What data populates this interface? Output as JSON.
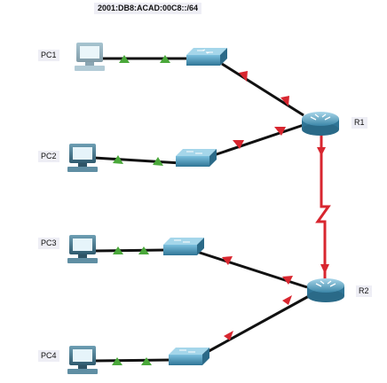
{
  "title": "2001:DB8:ACAD:00C8::/64",
  "devices": {
    "pc1": "PC1",
    "pc2": "PC2",
    "pc3": "PC3",
    "pc4": "PC4",
    "r1": "R1",
    "r2": "R2"
  },
  "colors": {
    "link": "#111111",
    "serial": "#d8262f",
    "link_up": "#4aa83a",
    "link_down": "#d8262f",
    "switch": "#3f8fb0",
    "router": "#5aa3c4",
    "pc": "#4f7f95",
    "label_bg": "#eeeef5"
  }
}
